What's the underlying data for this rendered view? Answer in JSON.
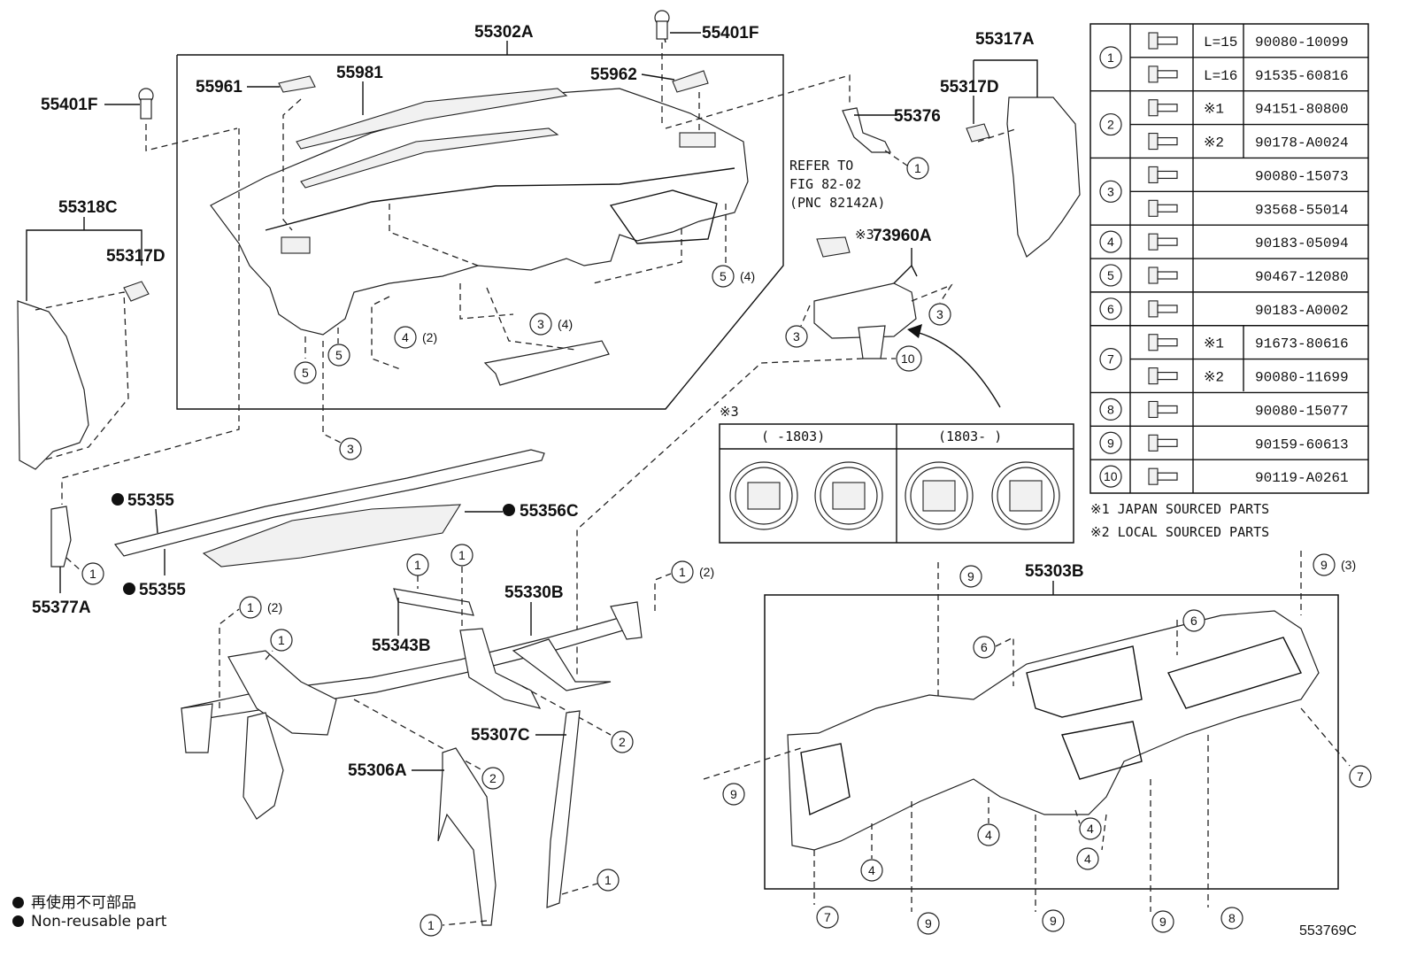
{
  "labels": {
    "p55302A": "55302A",
    "p55401F_top": "55401F",
    "p55401F_left": "55401F",
    "p55961": "55961",
    "p55981": "55981",
    "p55962": "55962",
    "p55317A": "55317A",
    "p55317D_right": "55317D",
    "p55376": "55376",
    "p55318C": "55318C",
    "p55317D_left": "55317D",
    "p73960A": "73960A",
    "p55355_top": "55355",
    "p55355_bottom": "55355",
    "p55356C": "55356C",
    "p55377A": "55377A",
    "p55330B": "55330B",
    "p55343B": "55343B",
    "p55307C": "55307C",
    "p55306A": "55306A",
    "p55303B": "55303B"
  },
  "refer_note": {
    "line1": "REFER TO",
    "line2": "FIG 82-02",
    "line3": "(PNC 82142A)"
  },
  "marks": {
    "note3": "※3",
    "note3_tag": "※3"
  },
  "connector_box": {
    "left_header": "(      -1803)",
    "right_header": "(1803-      )"
  },
  "fastener_table": [
    {
      "ref": "1",
      "rows": [
        {
          "note": "L=15",
          "part": "90080-10099"
        },
        {
          "note": "L=16",
          "part": "91535-60816"
        }
      ]
    },
    {
      "ref": "2",
      "rows": [
        {
          "note": "※1",
          "part": "94151-80800"
        },
        {
          "note": "※2",
          "part": "90178-A0024"
        }
      ]
    },
    {
      "ref": "3",
      "rows": [
        {
          "note": "",
          "part": "90080-15073"
        },
        {
          "note": "",
          "part": "93568-55014"
        }
      ]
    },
    {
      "ref": "4",
      "rows": [
        {
          "note": "",
          "part": "90183-05094"
        }
      ]
    },
    {
      "ref": "5",
      "rows": [
        {
          "note": "",
          "part": "90467-12080"
        }
      ]
    },
    {
      "ref": "6",
      "rows": [
        {
          "note": "",
          "part": "90183-A0002"
        }
      ]
    },
    {
      "ref": "7",
      "rows": [
        {
          "note": "※1",
          "part": "91673-80616"
        },
        {
          "note": "※2",
          "part": "90080-11699"
        }
      ]
    },
    {
      "ref": "8",
      "rows": [
        {
          "note": "",
          "part": "90080-15077"
        }
      ]
    },
    {
      "ref": "9",
      "rows": [
        {
          "note": "",
          "part": "90159-60613"
        }
      ]
    },
    {
      "ref": "10",
      "rows": [
        {
          "note": "",
          "part": "90119-A0261"
        }
      ]
    }
  ],
  "table_notes": {
    "note1": "※1  JAPAN  SOURCED  PARTS",
    "note2": "※2  LOCAL  SOURCED  PARTS"
  },
  "callouts": {
    "c1_55376": "1",
    "c3_airbag_left": "3",
    "c3_airbag_right": "3",
    "c10_airbag": "10",
    "c5_a": "5",
    "c5_b": "5",
    "c5_4": "5",
    "c5_4_qty": "(4)",
    "c4_2": "4",
    "c4_2_qty": "(2)",
    "c3_4": "3",
    "c3_4_qty": "(4)",
    "c3_mid": "3",
    "c1_55377A": "1",
    "c1_55343B_a": "1",
    "c1_55343B_b": "1",
    "c1_2_right": "1",
    "c1_2_right_qty": "(2)",
    "c1_2_left": "1",
    "c1_2_left_qty": "(2)",
    "c1_beam": "1",
    "c2_a": "2",
    "c2_b": "2",
    "c1_55307C": "1",
    "c1_bottom": "1",
    "c9_top": "9",
    "c9_3": "9",
    "c9_3_qty": "(3)",
    "c6_left": "6",
    "c6_right": "6",
    "c9_left": "9",
    "c7_right": "7",
    "c4_a": "4",
    "c4_b": "4",
    "c4_c": "4",
    "c4_d": "4",
    "c7_bottom": "7",
    "c9_b1": "9",
    "c9_b2": "9",
    "c9_b3": "9",
    "c8_bottom": "8"
  },
  "legend": {
    "line1": "再使用不可部品",
    "line2": "Non-reusable part"
  },
  "diagram_code": "553769C"
}
